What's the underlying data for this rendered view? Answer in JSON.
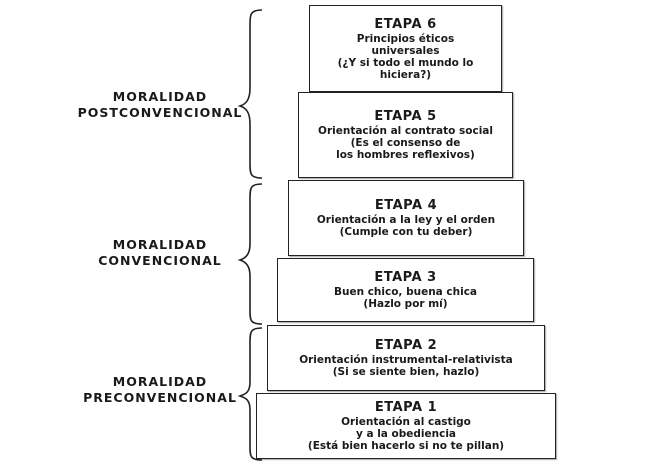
{
  "groups": [
    {
      "lines": [
        "MORALIDAD",
        "POSTCONVENCIONAL"
      ]
    },
    {
      "lines": [
        "MORALIDAD",
        "CONVENCIONAL"
      ]
    },
    {
      "lines": [
        "MORALIDAD",
        "PRECONVENCIONAL"
      ]
    }
  ],
  "stages": [
    {
      "title": "ETAPA 6",
      "lines": [
        "Principios éticos",
        "universales",
        "(¿Y si todo el mundo lo",
        "hiciera?)"
      ]
    },
    {
      "title": "ETAPA 5",
      "lines": [
        "Orientación al contrato social",
        "(Es el consenso de",
        "los hombres reflexivos)"
      ]
    },
    {
      "title": "ETAPA 4",
      "lines": [
        "Orientación a la ley y el orden",
        "(Cumple con tu deber)"
      ]
    },
    {
      "title": "ETAPA 3",
      "lines": [
        "Buen chico, buena chica",
        "(Hazlo por mí)"
      ]
    },
    {
      "title": "ETAPA 2",
      "lines": [
        "Orientación instrumental-relativista",
        "(Si se siente bien, hazlo)"
      ]
    },
    {
      "title": "ETAPA 1",
      "lines": [
        "Orientación al castigo",
        "y a la obediencia",
        "(Está bien hacerlo si no te pillan)"
      ]
    }
  ]
}
